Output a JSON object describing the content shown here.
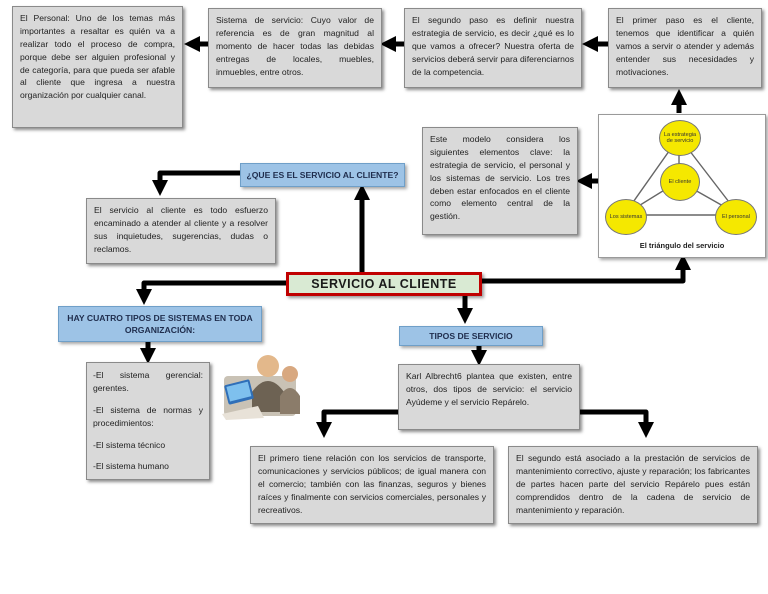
{
  "title": "SERVICIO AL CLIENTE",
  "question_label": "¿QUE ES EL SERVICIO AL CLIENTE?",
  "definition": "El servicio al cliente es todo esfuerzo encaminado a atender al cliente y a resolver sus inquietudes, sugerencias, dudas o reclamos.",
  "steps": {
    "personal": "El Personal: Uno de los temas más importantes a resaltar es quién va a realizar todo el proceso de compra, porque debe ser alguien profesional y de categoría, para que pueda ser afable al cliente que ingresa a nuestra organización por cualquier canal.",
    "sistema": "Sistema de servicio: Cuyo valor de referencia es de gran magnitud al momento de hacer todas las debidas entregas de locales, muebles, inmuebles, entre otros.",
    "segundo": "El segundo paso es definir nuestra estrategia de servicio, es decir ¿qué es lo que vamos a ofrecer? Nuestra oferta de servicios deberá servir para diferenciarnos de la competencia.",
    "primero": "El primer paso es el cliente, tenemos que identificar a quién vamos a servir o atender y además entender sus necesidades y motivaciones."
  },
  "model": "Este modelo considera los siguientes elementos clave: la estrategia de servicio, el personal y los sistemas de servicio. Los tres deben estar enfocados en el cliente como elemento central de la gestión.",
  "triangle": {
    "caption": "El triángulo del servicio",
    "top": "La estrategia de servicio",
    "center": "El cliente",
    "left": "Los sistemas",
    "right": "El personal"
  },
  "systems": {
    "header": "HAY CUATRO TIPOS DE SISTEMAS EN TODA ORGANIZACIÓN:",
    "items": [
      "-El sistema gerencial: gerentes.",
      "-El sistema de normas y procedimientos:",
      "-El sistema técnico",
      "-El sistema humano"
    ]
  },
  "types": {
    "header": "TIPOS DE SERVICIO",
    "intro": "Karl Albrecht6 plantea que existen, entre otros, dos tipos de servicio: el servicio Ayúdeme y el servicio Repárelo.",
    "first": "El primero tiene relación con los servicios de transporte, comunicaciones y servicios públicos; de igual manera con el comercio; también con las finanzas, seguros y bienes raíces y finalmente con servicios comerciales, personales y recreativos.",
    "second": "El segundo está asociado a la prestación de servicios de mantenimiento correctivo, ajuste y reparación; los fabricantes de partes hacen parte del servicio Repárelo pues están comprendidos dentro de la cadena de servicio de mantenimiento y reparación."
  },
  "colors": {
    "box": "#d9d9d9",
    "header_blue": "#9dc3e6",
    "title_border": "#c00000",
    "title_fill": "#d9ead3",
    "circle": "#f5e800"
  }
}
